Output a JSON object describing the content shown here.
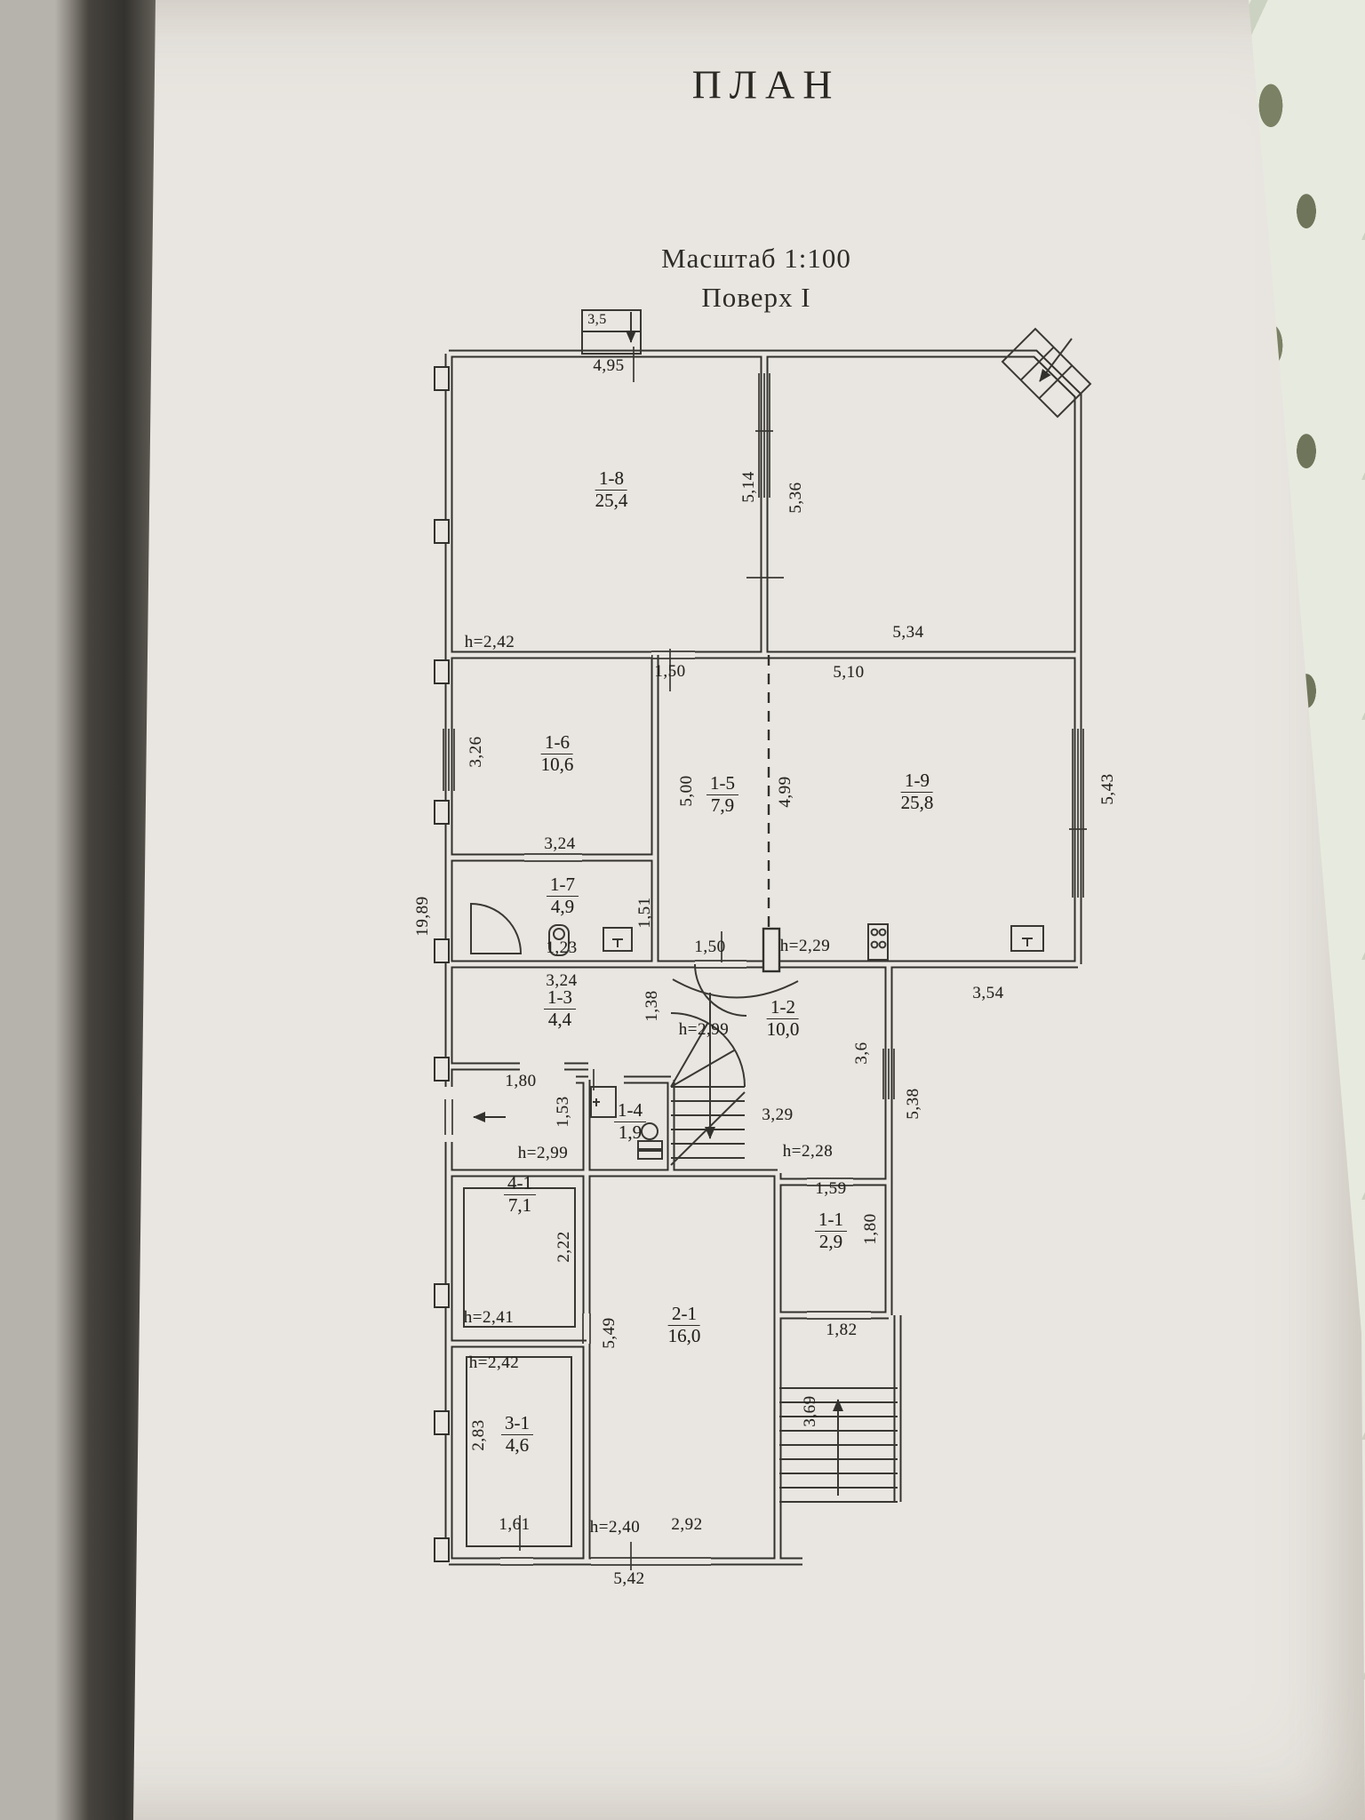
{
  "document": {
    "title": "ПЛАН",
    "scale_label": "Масштаб 1:100",
    "floor_label": "Поверх I"
  },
  "plan": {
    "rooms": [
      {
        "number": "1-8",
        "area": "25,4"
      },
      {
        "number": "1-6",
        "area": "10,6"
      },
      {
        "number": "1-5",
        "area": "7,9"
      },
      {
        "number": "1-9",
        "area": "25,8"
      },
      {
        "number": "1-7",
        "area": "4,9"
      },
      {
        "number": "1-3",
        "area": "4,4"
      },
      {
        "number": "1-2",
        "area": "10,0"
      },
      {
        "number": "1-4",
        "area": "1,9"
      },
      {
        "number": "4-1",
        "area": "7,1"
      },
      {
        "number": "1-1",
        "area": "2,9"
      },
      {
        "number": "2-1",
        "area": "16,0"
      },
      {
        "number": "3-1",
        "area": "4,6"
      }
    ],
    "dims": [
      {
        "text": "4,95"
      },
      {
        "text": "3,5"
      },
      {
        "text": "5,14"
      },
      {
        "text": "5,36"
      },
      {
        "text": "h=2,42"
      },
      {
        "text": "5,34"
      },
      {
        "text": "1,50"
      },
      {
        "text": "5,10"
      },
      {
        "text": "3,26"
      },
      {
        "text": "5,00"
      },
      {
        "text": "4,99"
      },
      {
        "text": "5,43"
      },
      {
        "text": "3,24"
      },
      {
        "text": "19,89"
      },
      {
        "text": "1,51"
      },
      {
        "text": "1,23"
      },
      {
        "text": "1,50"
      },
      {
        "text": "h=2,29"
      },
      {
        "text": "3,54"
      },
      {
        "text": "3,24"
      },
      {
        "text": "1,38"
      },
      {
        "text": "h=2,99"
      },
      {
        "text": "3,6"
      },
      {
        "text": "5,38"
      },
      {
        "text": "1,80"
      },
      {
        "text": "1,53"
      },
      {
        "text": "3,29"
      },
      {
        "text": "h=2,99"
      },
      {
        "text": "h=2,28"
      },
      {
        "text": "1,59"
      },
      {
        "text": "1,80"
      },
      {
        "text": "2,22"
      },
      {
        "text": "h=2,41"
      },
      {
        "text": "5,49"
      },
      {
        "text": "1,82"
      },
      {
        "text": "h=2,42"
      },
      {
        "text": "2,83"
      },
      {
        "text": "3,69"
      },
      {
        "text": "1,61"
      },
      {
        "text": "h=2,40"
      },
      {
        "text": "2,92"
      },
      {
        "text": "5,42"
      }
    ]
  }
}
